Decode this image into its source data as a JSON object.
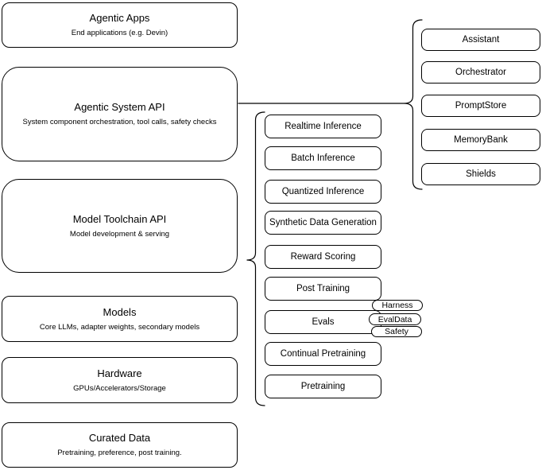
{
  "diagram": {
    "left_column": [
      {
        "title": "Agentic Apps",
        "subtitle": "End applications (e.g. Devin)"
      },
      {
        "title": "Agentic System API",
        "subtitle": "System component orchestration, tool calls, safety checks"
      },
      {
        "title": "Model Toolchain API",
        "subtitle": "Model development & serving"
      },
      {
        "title": "Models",
        "subtitle": "Core LLMs, adapter weights, secondary models"
      },
      {
        "title": "Hardware",
        "subtitle": "GPUs/Accelerators/Storage"
      },
      {
        "title": "Curated Data",
        "subtitle": "Pretraining, preference, post training."
      }
    ],
    "toolchain_column": [
      "Realtime Inference",
      "Batch Inference",
      "Quantized Inference",
      "Synthetic Data Generation",
      "Reward Scoring",
      "Post Training",
      "Evals",
      "Continual Pretraining",
      "Pretraining"
    ],
    "evals_tags": [
      "Harness",
      "EvalData",
      "Safety"
    ],
    "system_column": [
      "Assistant",
      "Orchestrator",
      "PromptStore",
      "MemoryBank",
      "Shields"
    ],
    "colors": {
      "stroke": "#000000",
      "fill": "#ffffff",
      "text": "#000000"
    }
  }
}
